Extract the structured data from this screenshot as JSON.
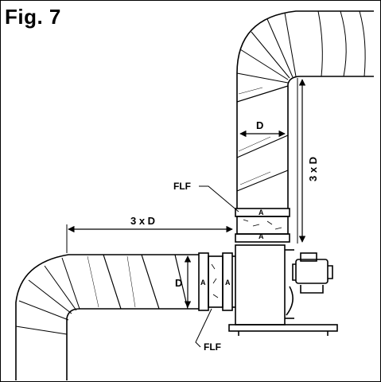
{
  "figure": {
    "title": "Fig. 7"
  },
  "labels": {
    "diameter_upper": "D",
    "diameter_lower": "D",
    "vertical_distance": "3 x D",
    "horizontal_distance": "3 x D",
    "flf_upper": "FLF",
    "flf_lower": "FLF",
    "arrow_a": "A"
  },
  "colors": {
    "line": "#000000",
    "background": "#ffffff"
  }
}
